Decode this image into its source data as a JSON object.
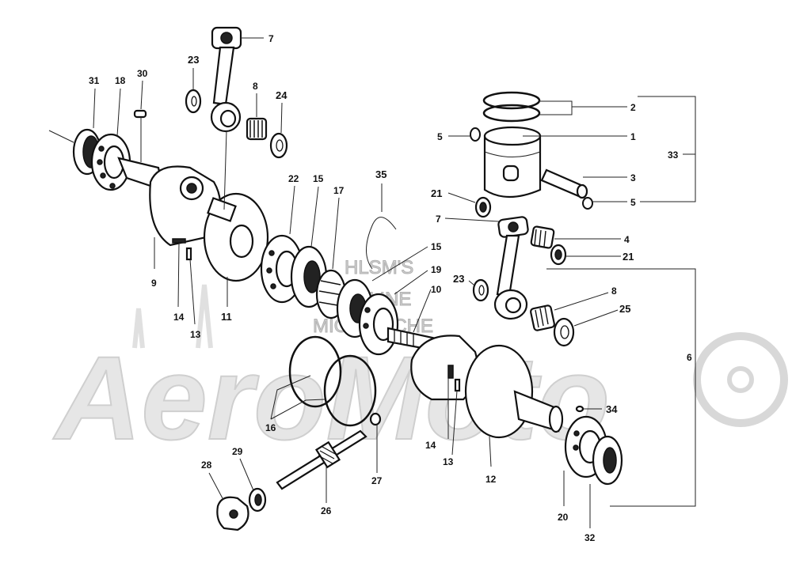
{
  "watermark": {
    "brand": "AeroMoto",
    "line1": "HLSM'S",
    "line2": "ONLINE",
    "line3": "MICROFICHE"
  },
  "labels": [
    {
      "id": "label-31",
      "text": "31"
    },
    {
      "id": "label-18",
      "text": "18"
    },
    {
      "id": "label-30",
      "text": "30"
    },
    {
      "id": "label-23-top",
      "text": "23"
    },
    {
      "id": "label-7-top",
      "text": "7"
    },
    {
      "id": "label-8-top",
      "text": "8"
    },
    {
      "id": "label-24",
      "text": "24"
    },
    {
      "id": "label-22",
      "text": "22"
    },
    {
      "id": "label-15-a",
      "text": "15"
    },
    {
      "id": "label-17",
      "text": "17"
    },
    {
      "id": "label-35",
      "text": "35"
    },
    {
      "id": "label-15-b",
      "text": "15"
    },
    {
      "id": "label-19",
      "text": "19"
    },
    {
      "id": "label-10",
      "text": "10"
    },
    {
      "id": "label-9",
      "text": "9"
    },
    {
      "id": "label-14-left",
      "text": "14"
    },
    {
      "id": "label-13-left",
      "text": "13"
    },
    {
      "id": "label-11",
      "text": "11"
    },
    {
      "id": "label-16",
      "text": "16"
    },
    {
      "id": "label-28",
      "text": "28"
    },
    {
      "id": "label-29",
      "text": "29"
    },
    {
      "id": "label-26",
      "text": "26"
    },
    {
      "id": "label-27",
      "text": "27"
    },
    {
      "id": "label-14-right",
      "text": "14"
    },
    {
      "id": "label-13-right",
      "text": "13"
    },
    {
      "id": "label-12",
      "text": "12"
    },
    {
      "id": "label-20",
      "text": "20"
    },
    {
      "id": "label-32",
      "text": "32"
    },
    {
      "id": "label-34",
      "text": "34"
    },
    {
      "id": "label-2",
      "text": "2"
    },
    {
      "id": "label-1",
      "text": "1"
    },
    {
      "id": "label-5-top",
      "text": "5"
    },
    {
      "id": "label-3",
      "text": "3"
    },
    {
      "id": "label-5-bottom",
      "text": "5"
    },
    {
      "id": "label-33",
      "text": "33"
    },
    {
      "id": "label-21-left",
      "text": "21"
    },
    {
      "id": "label-7-right",
      "text": "7"
    },
    {
      "id": "label-4",
      "text": "4"
    },
    {
      "id": "label-21-right",
      "text": "21"
    },
    {
      "id": "label-23-right",
      "text": "23"
    },
    {
      "id": "label-8-right",
      "text": "8"
    },
    {
      "id": "label-25",
      "text": "25"
    },
    {
      "id": "label-6",
      "text": "6"
    }
  ]
}
